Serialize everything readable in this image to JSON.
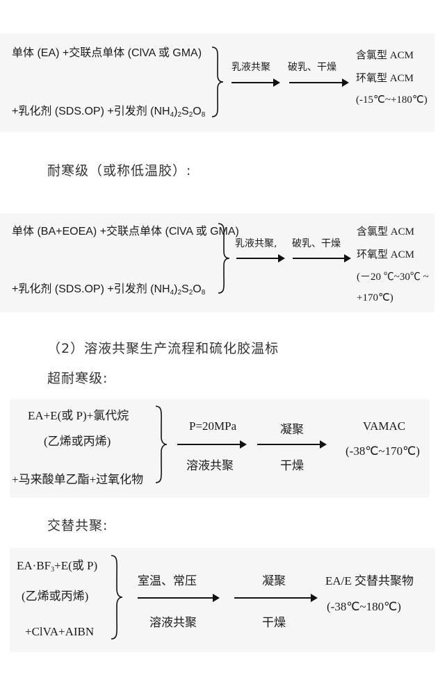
{
  "section1": {
    "reactant_line1": "单体 (EA) +交联点单体 (ClVA 或 GMA)",
    "reactant_line2_prefix": "+乳化剂 (SDS.OP) +引发剂 (NH",
    "reactant_line2_sub1": "4",
    "reactant_line2_mid": ")",
    "reactant_line2_sub2": "2",
    "reactant_line2_s": "S",
    "reactant_line2_sub3": "2",
    "reactant_line2_o": "O",
    "reactant_line2_sub4": "8",
    "step1": "乳液共聚",
    "step2": "破乳、干燥",
    "product1": "含氯型 ACM",
    "product2": "环氧型 ACM",
    "product3": "(-15℃~+180℃)"
  },
  "heading_cold": "耐寒级（或称低温胶）:",
  "section2": {
    "reactant_line1": "单体 (BA+EOEA) +交联点单体 (ClVA 或 GMA)",
    "reactant_line2_prefix": "+乳化剂 (SDS.OP) +引发剂 (NH",
    "reactant_line2_sub1": "4",
    "reactant_line2_mid": ")",
    "reactant_line2_sub2": "2",
    "reactant_line2_s": "S",
    "reactant_line2_sub3": "2",
    "reactant_line2_o": "O",
    "reactant_line2_sub4": "8",
    "step1": "乳液共聚,",
    "step2": "破乳、干燥",
    "product1": "含氯型 ACM",
    "product2": "环氧型 ACM",
    "product3": "(－20 ℃~30℃ ~",
    "product4": "+170℃)"
  },
  "heading_solution": "（2）溶液共聚生产流程和硫化胶温标",
  "heading_super_cold": "超耐寒级:",
  "section3": {
    "reactant_line1": "EA+E(或 P)+氯代烷",
    "reactant_line2": "(乙烯或丙烯)",
    "reactant_line3": "+马来酸单乙酯+过氧化物",
    "step1_top": "P=20MPa",
    "step1_bottom": "溶液共聚",
    "step2_top": "凝聚",
    "step2_bottom": "干燥",
    "product1": "VAMAC",
    "product2": "(-38℃~170℃)"
  },
  "heading_alternating": "交替共聚:",
  "section4": {
    "reactant_line1_prefix": "EA·BF",
    "reactant_line1_sub": "3",
    "reactant_line1_suffix": "+E(或 P)",
    "reactant_line2": "(乙烯或丙烯)",
    "reactant_line3": "+ClVA+AIBN",
    "step1_top": "室温、常压",
    "step1_bottom": "溶液共聚",
    "step2_top": "凝聚",
    "step2_bottom": "干燥",
    "product1": "EA/E 交替共聚物",
    "product2": "(-38℃~180℃)"
  }
}
